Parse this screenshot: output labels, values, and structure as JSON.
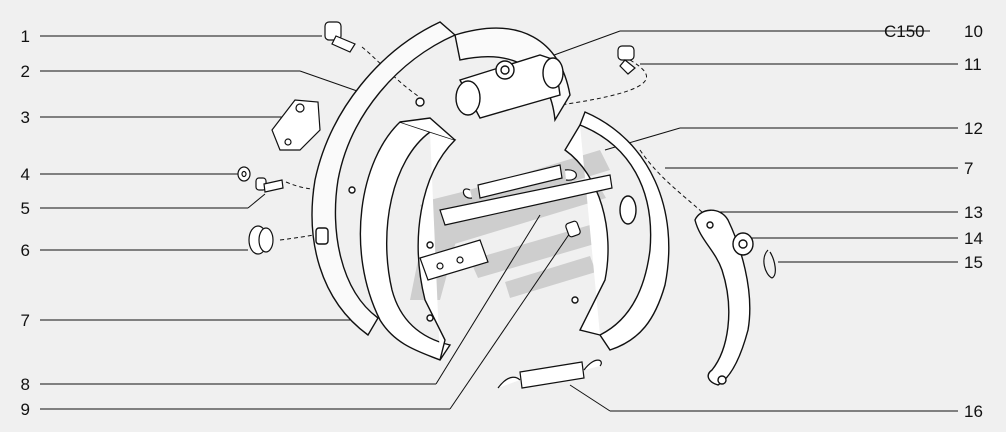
{
  "diagram": {
    "callouts_left": [
      "1",
      "2",
      "3",
      "4",
      "5",
      "6",
      "7",
      "8",
      "9"
    ],
    "callouts_right": [
      "10",
      "11",
      "12",
      "7",
      "13",
      "14",
      "15",
      "16"
    ],
    "code_label": "C150",
    "colors": {
      "background": "#f0f0f0",
      "line": "#111111",
      "watermark": "#c8c8c8"
    }
  }
}
